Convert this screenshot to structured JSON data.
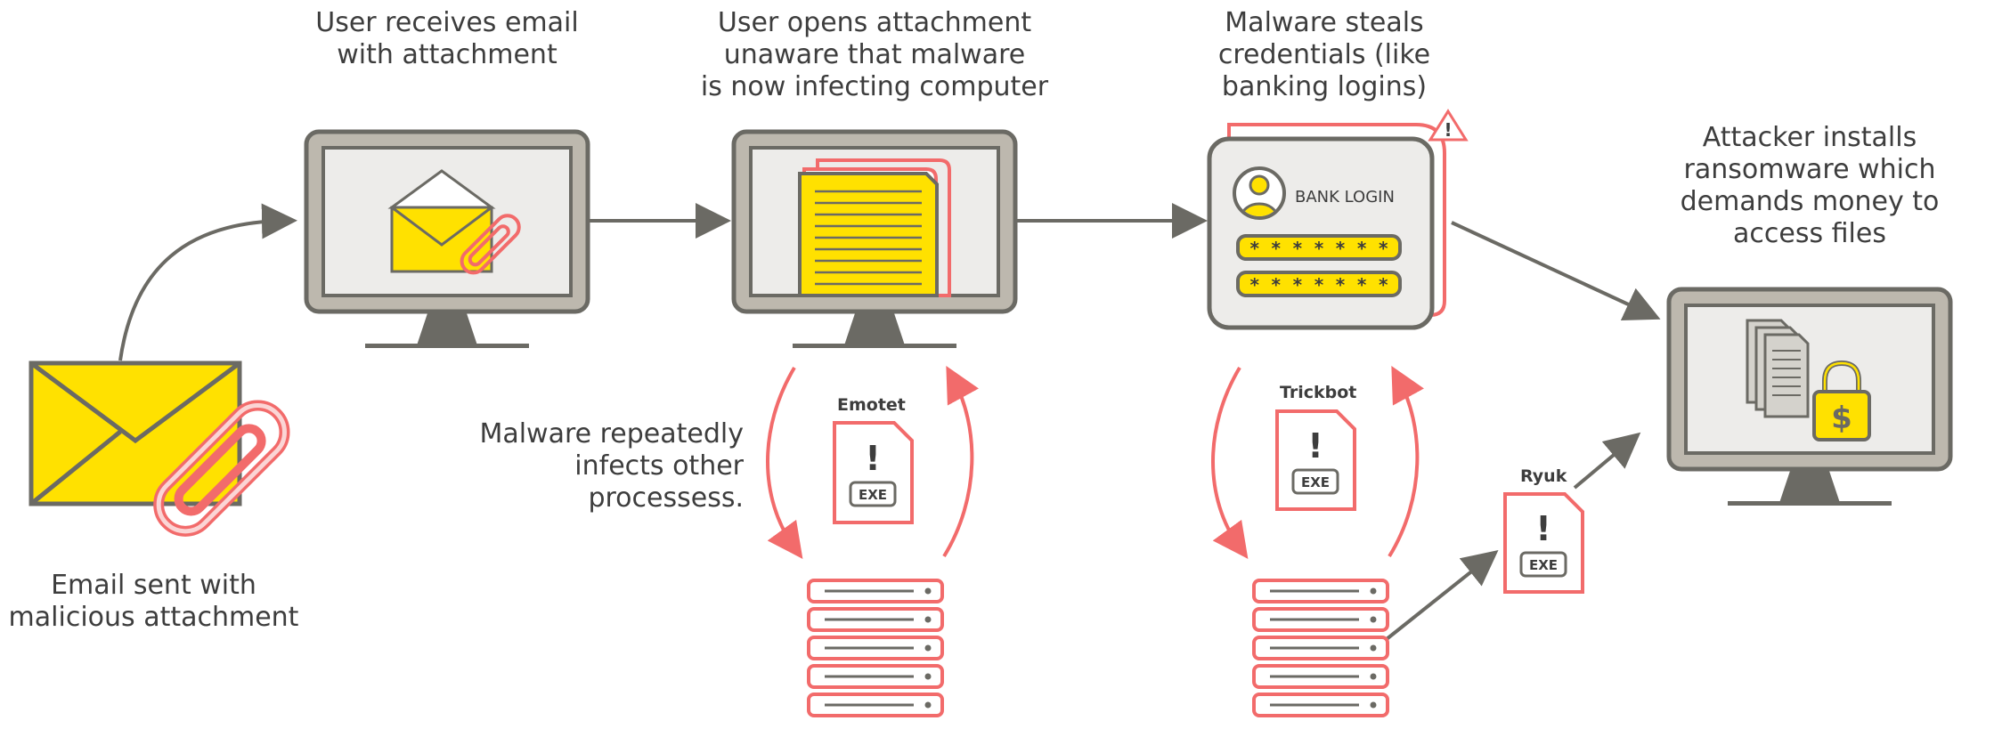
{
  "steps": {
    "email_sent": "Email sent with\nmalicious attachment",
    "user_receives": "User receives email\nwith attachment",
    "user_opens": "User opens attachment\nunaware that malware\nis now infecting computer",
    "malware_steals": "Malware steals\ncredentials (like\nbanking logins)",
    "attacker_installs": "Attacker installs\nransomware which\ndemands money to\naccess files",
    "reinfects": "Malware repeatedly\ninfects other\nprocessess."
  },
  "malware": {
    "emotet": "Emotet",
    "trickbot": "Trickbot",
    "ryuk": "Ryuk",
    "exe_label": "EXE",
    "alert_glyph": "!"
  },
  "bank": {
    "title": "BANK LOGIN",
    "password_1": "* * * * * * *",
    "password_2": "* * * * * * *"
  },
  "colors": {
    "yellow": "#FFE100",
    "red": "#F26B6B",
    "gray_frame": "#6b6a64",
    "frame_fill": "#bdb8ae",
    "screen": "#edecea",
    "text": "#3d3d3d"
  },
  "icons": [
    "envelope-icon",
    "paperclip-icon",
    "monitor-icon",
    "document-icon",
    "user-icon",
    "warning-icon",
    "exe-file-icon",
    "server-icon",
    "padlock-icon",
    "dollar-icon"
  ]
}
